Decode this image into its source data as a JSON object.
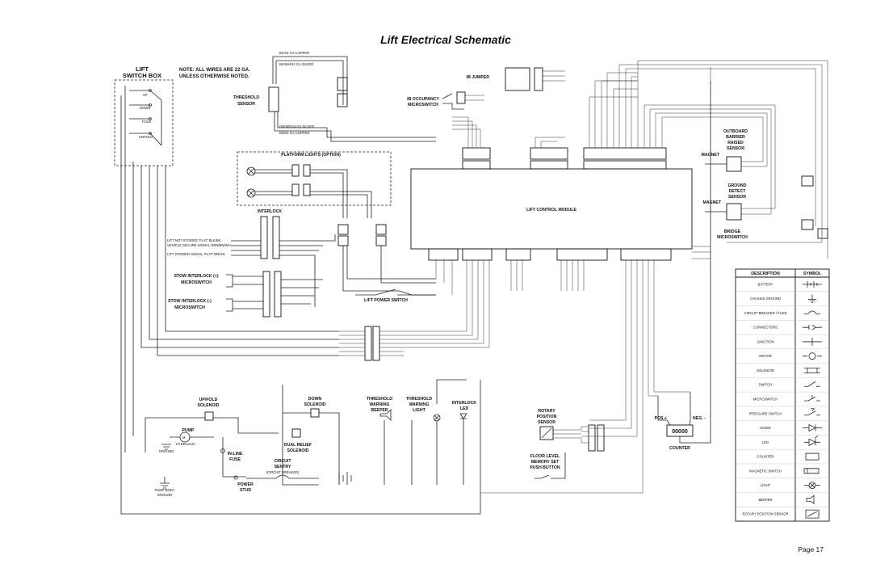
{
  "title": "Lift Electrical Schematic",
  "page": "Page 17",
  "note": [
    "NOTE:  ALL WIRES ARE 22 GA.",
    "UNLESS OTHERWISE NOTED."
  ],
  "switch_box": {
    "title": [
      "LIFT",
      "SWITCH BOX"
    ],
    "positions": [
      "UP",
      "DOWN",
      "FOLD",
      "UNFOLD"
    ]
  },
  "labels": {
    "threshold_sensor": [
      "THRESHOLD",
      "SENSOR"
    ],
    "platform_lights": "PLATFORM LIGHTS (OPTION)",
    "interlock": "INTERLOCK",
    "interlock_lines": [
      "LIFT NOT STOWED 'FLAT' BLK/BK",
      "VEHICLE SECURE SIGNAL  GRN/BN/WH",
      "LIFT STOWED SIGNAL 'FLAT' BN/GN"
    ],
    "stow_plus": [
      "STOW INTERLOCK (+)",
      "MICROSWITCH"
    ],
    "stow_minus": [
      "STOW INTERLOCK (-)",
      "MICROSWITCH"
    ],
    "ib_jumper": "IB JUMPER",
    "ib_occupancy": [
      "IB OCCUPANCY",
      "MICROSWITCH"
    ],
    "lift_control_module": "LIFT CONTROL MODULE",
    "lift_power_switch": "LIFT POWER SWITCH",
    "outboard": [
      "OUTBOARD",
      "BARRIER",
      "RAISED",
      "SENSOR"
    ],
    "magnet": "MAGNET",
    "ground_detect": [
      "GROUND",
      "DETECT",
      "SENSOR"
    ],
    "bridge": [
      "BRIDGE",
      "MICROSWITCH"
    ],
    "up_fold": [
      "UP/FOLD",
      "SOLENOID"
    ],
    "pump": "PUMP",
    "hydraulic": "HYDRAULIC",
    "inline_fuse": [
      "IN-LINE",
      "FUSE"
    ],
    "ground": "GROUND",
    "pump_body": [
      "PUMP BODY",
      "GROUND"
    ],
    "down_solenoid": [
      "DOWN",
      "SOLENOID"
    ],
    "dual_relief": [
      "DUAL RELIEF",
      "SOLENOID"
    ],
    "threshold_beeper": [
      "THRESHOLD",
      "WARNING",
      "BEEPER"
    ],
    "threshold_light": [
      "THRESHOLD",
      "WARNING",
      "LIGHT"
    ],
    "interlock_led": [
      "INTERLOCK",
      "LED"
    ],
    "circuit_sentry": [
      "CIRCUIT",
      "SENTRY"
    ],
    "circuit_breaker": "(CIRCUIT BREAKER)",
    "power_stud": [
      "POWER",
      "STUD"
    ],
    "rotary": [
      "ROTARY",
      "POSITION",
      "SENSOR"
    ],
    "floor_level": [
      "FLOOR LEVEL",
      "MEMORY SET",
      "PUSH BUTTON"
    ],
    "counter": "COUNTER",
    "counter_value": "00000",
    "pos": "POS.+",
    "neg": "NEG. -",
    "wire_top": [
      "BK/24 GA COPPER",
      "BK/WH/24 GA SILVER"
    ],
    "wire_mid": [
      "GN/WH/24 GA SILVER",
      "BN/24 GA COPPER"
    ]
  },
  "legend": {
    "headers": [
      "DESCRIPTION",
      "SYMBOL"
    ],
    "rows": [
      {
        "desc": "BATTERY",
        "icon": "battery-icon"
      },
      {
        "desc": "CHASSIS GROUND",
        "icon": "chassis-ground-icon"
      },
      {
        "desc": "CIRCUIT BREAKER / FUSE",
        "icon": "circuit-breaker-icon"
      },
      {
        "desc": "CONNECTORS",
        "icon": "connector-icon"
      },
      {
        "desc": "JUNCTION",
        "icon": "junction-icon"
      },
      {
        "desc": "MOTOR",
        "icon": "motor-icon"
      },
      {
        "desc": "SOLENOID",
        "icon": "solenoid-icon"
      },
      {
        "desc": "SWITCH",
        "icon": "switch-icon"
      },
      {
        "desc": "MICROSWITCH",
        "icon": "microswitch-icon"
      },
      {
        "desc": "PRESSURE SWITCH",
        "icon": "pressure-switch-icon"
      },
      {
        "desc": "DIODE",
        "icon": "diode-icon"
      },
      {
        "desc": "LED",
        "icon": "led-icon"
      },
      {
        "desc": "COUNTER",
        "icon": "counter-icon"
      },
      {
        "desc": "MAGNETIC SWITCH",
        "icon": "magnetic-switch-icon"
      },
      {
        "desc": "LIGHT",
        "icon": "light-icon"
      },
      {
        "desc": "BEEPER",
        "icon": "beeper-icon"
      },
      {
        "desc": "ROTARY POSITION SENSOR",
        "icon": "rotary-sensor-icon"
      }
    ]
  }
}
